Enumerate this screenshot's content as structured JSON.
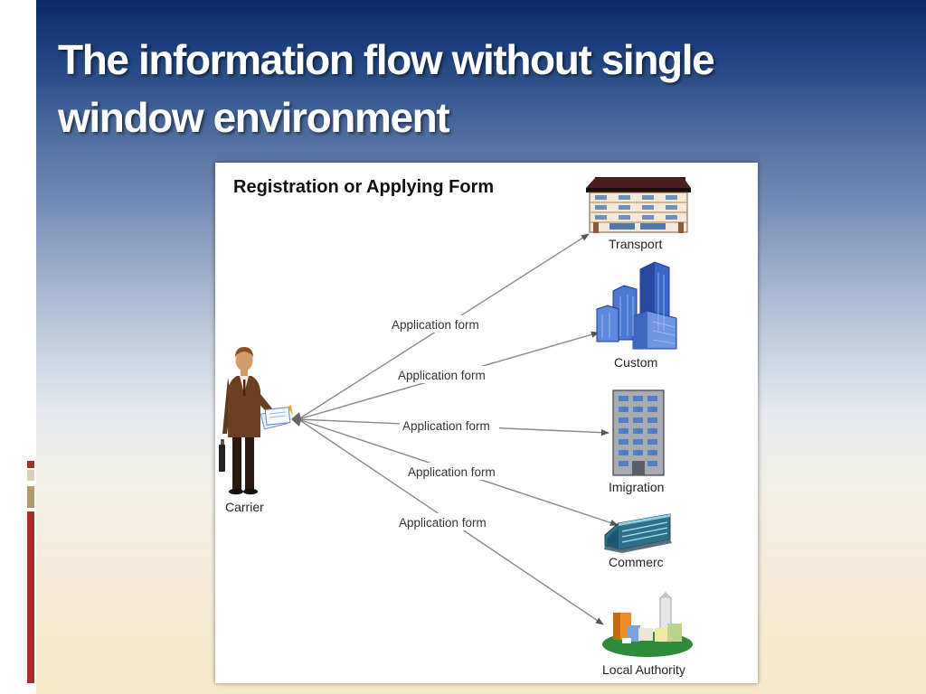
{
  "slide": {
    "title_line1": "The information flow without single",
    "title_line2": "window environment"
  },
  "diagram": {
    "heading": "Registration or Applying Form",
    "source": {
      "label": "Carrier",
      "icon": "businessman-icon"
    },
    "targets": [
      {
        "label": "Transport",
        "icon": "transport-building-icon"
      },
      {
        "label": "Custom",
        "icon": "custom-skyscrapers-icon"
      },
      {
        "label": "Imigration",
        "icon": "immigration-tower-icon"
      },
      {
        "label": "Commerc",
        "icon": "commerce-building-icon"
      },
      {
        "label": "Local  Authority",
        "icon": "local-authority-town-icon"
      }
    ],
    "edges": [
      {
        "label": "Application form"
      },
      {
        "label": "Application form"
      },
      {
        "label": "Application form"
      },
      {
        "label": "Application form"
      },
      {
        "label": "Application form"
      }
    ]
  }
}
